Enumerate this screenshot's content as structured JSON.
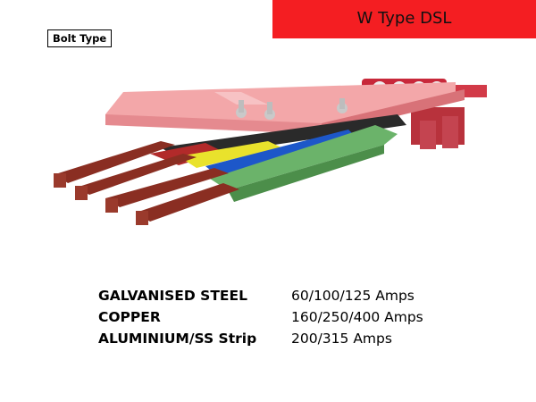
{
  "header": {
    "title": "W Type DSL",
    "banner_color": "#f41e22"
  },
  "tag": {
    "label": "Bolt Type"
  },
  "image": {
    "subject": "dsl-busbar-illustration"
  },
  "specs": [
    {
      "material": "GALVANISED STEEL",
      "rating": "60/100/125 Amps"
    },
    {
      "material": "COPPER",
      "rating": "160/250/400 Amps"
    },
    {
      "material": "ALUMINIUM/SS Strip",
      "rating": "200/315 Amps"
    }
  ]
}
